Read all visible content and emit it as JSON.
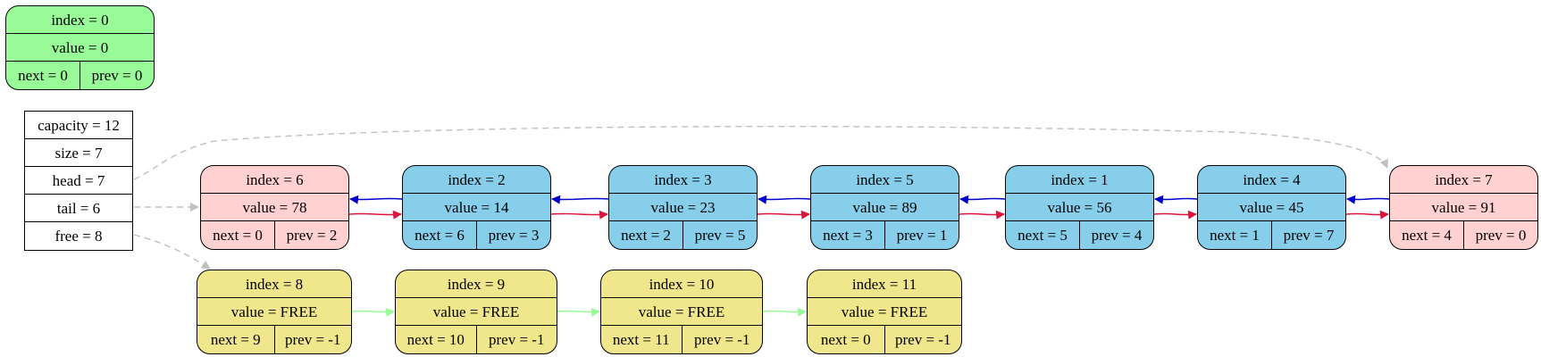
{
  "zero_node": {
    "index": "index = 0",
    "value": "value = 0",
    "next": "next = 0",
    "prev": "prev = 0",
    "color": "#98fb98"
  },
  "list_info": {
    "capacity": "capacity = 12",
    "size": "size = 7",
    "head": "head = 7",
    "tail": "tail = 6",
    "free": "free = 8"
  },
  "list_nodes": [
    {
      "index": "index = 6",
      "value": "value = 78",
      "next": "next = 0",
      "prev": "prev = 2",
      "kind": "pink"
    },
    {
      "index": "index = 2",
      "value": "value = 14",
      "next": "next = 6",
      "prev": "prev = 3",
      "kind": "blue"
    },
    {
      "index": "index = 3",
      "value": "value = 23",
      "next": "next = 2",
      "prev": "prev = 5",
      "kind": "blue"
    },
    {
      "index": "index = 5",
      "value": "value = 89",
      "next": "next = 3",
      "prev": "prev = 1",
      "kind": "blue"
    },
    {
      "index": "index = 1",
      "value": "value = 56",
      "next": "next = 5",
      "prev": "prev = 4",
      "kind": "blue"
    },
    {
      "index": "index = 4",
      "value": "value = 45",
      "next": "next = 1",
      "prev": "prev = 7",
      "kind": "blue"
    },
    {
      "index": "index = 7",
      "value": "value = 91",
      "next": "next = 4",
      "prev": "prev = 0",
      "kind": "pink"
    }
  ],
  "free_nodes": [
    {
      "index": "index = 8",
      "value": "value = FREE",
      "next": "next = 9",
      "prev": "prev = -1"
    },
    {
      "index": "index = 9",
      "value": "value = FREE",
      "next": "next = 10",
      "prev": "prev = -1"
    },
    {
      "index": "index = 10",
      "value": "value = FREE",
      "next": "next = 11",
      "prev": "prev = -1"
    },
    {
      "index": "index = 11",
      "value": "value = FREE",
      "next": "next = 0",
      "prev": "prev = -1"
    }
  ],
  "colors": {
    "pink": "#ffd1d1",
    "blue": "#87ceeb",
    "yellow": "#f0e68c",
    "green": "#98fb98",
    "next_edge": "#dc143c",
    "prev_edge": "#0000cd",
    "free_edge": "#98fb98",
    "pointer_edge": "#c0c0c0"
  }
}
